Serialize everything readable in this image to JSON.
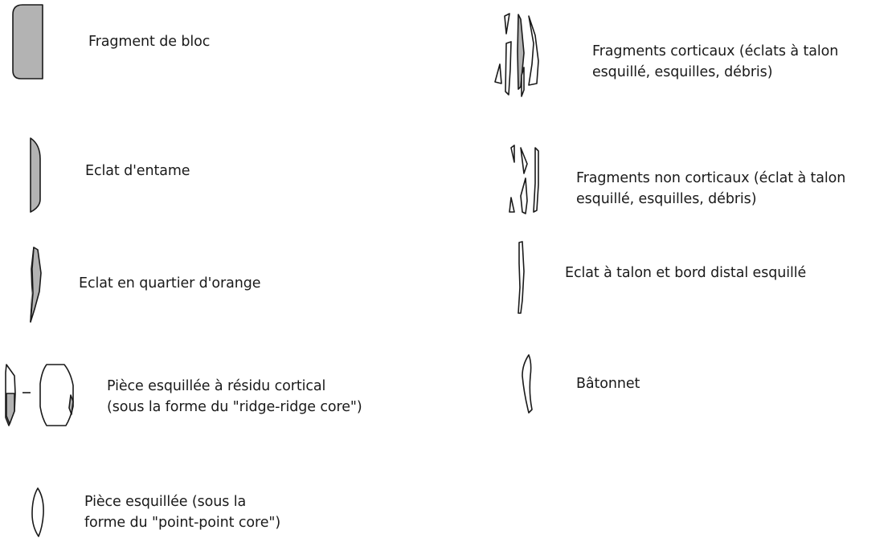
{
  "legend": {
    "left_column": [
      {
        "lines": [
          "Fragment de bloc"
        ]
      },
      {
        "lines": [
          "Eclat d'entame"
        ]
      },
      {
        "lines": [
          "Eclat en quartier d'orange"
        ]
      },
      {
        "lines": [
          "Pièce esquillée à résidu cortical",
          "(sous la forme du \"ridge-ridge core\")"
        ],
        "separator": "-"
      },
      {
        "lines": [
          "Pièce esquillée (sous la",
          "forme du \"point-point core\")"
        ]
      }
    ],
    "right_column": [
      {
        "lines": [
          "Fragments corticaux (éclats à talon",
          "esquillé, esquilles, débris)"
        ]
      },
      {
        "lines": [
          "Fragments non corticaux (éclat à talon",
          "esquillé, esquilles, débris)"
        ]
      },
      {
        "lines": [
          "Eclat à talon et bord distal esquillé"
        ]
      },
      {
        "lines": [
          "Bâtonnet"
        ]
      }
    ]
  },
  "colors": {
    "cortex_fill": "#b3b3b3",
    "outline": "#1a1a1a",
    "background": "#ffffff"
  }
}
